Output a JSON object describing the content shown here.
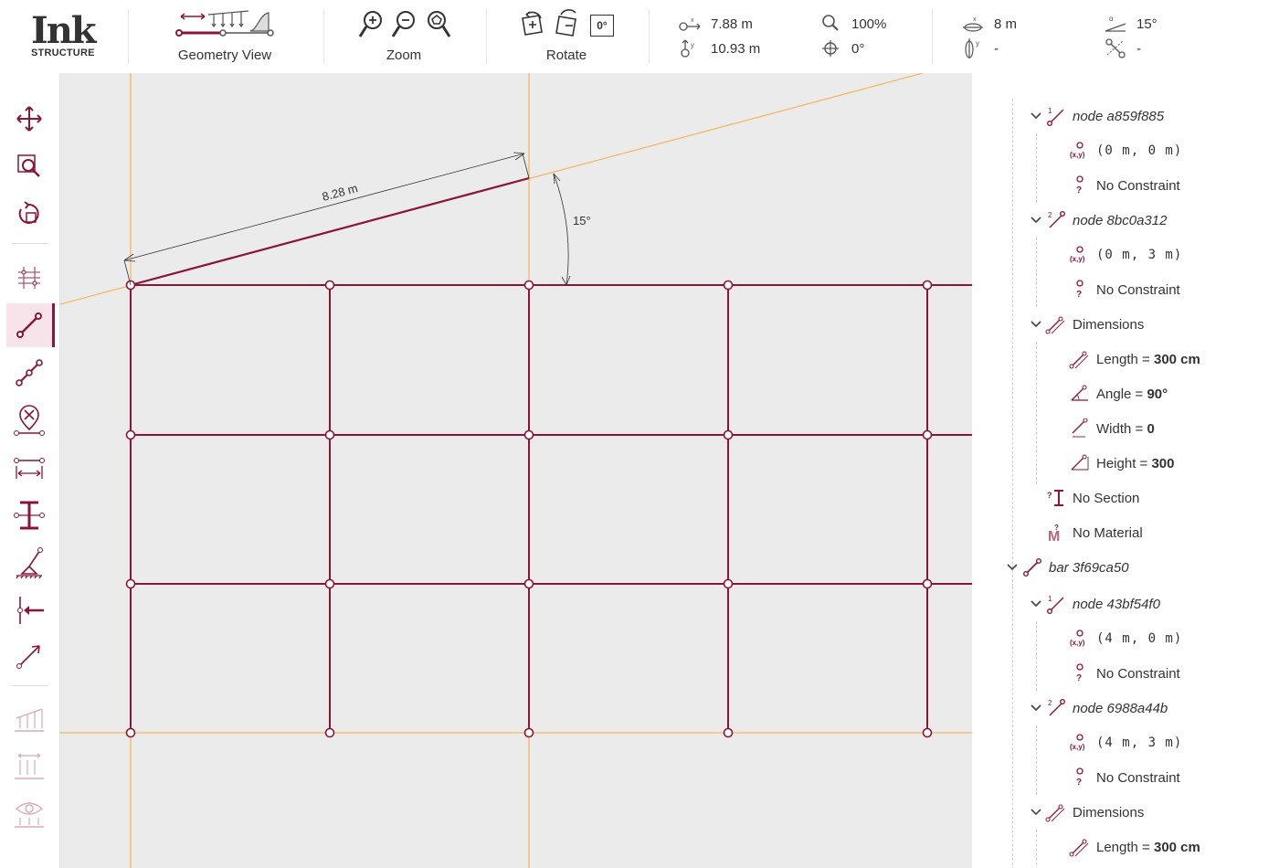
{
  "app": {
    "logo_main": "Ink",
    "logo_sub": "STRUCTURE"
  },
  "toolbar": {
    "geometry_view_label": "Geometry View",
    "zoom_label": "Zoom",
    "rotate_label": "Rotate",
    "rotate_zero": "0°",
    "cursor_x": "7.88 m",
    "cursor_y": "10.93 m",
    "zoom_level": "100%",
    "rotation": "0°",
    "grid_x": "8 m",
    "grid_y": "-",
    "snap_angle": "15°",
    "snap_other": "-"
  },
  "canvas": {
    "dimension_length": "8.28 m",
    "dimension_angle": "15°"
  },
  "tree": {
    "n1_name": "node a859f885",
    "n1_coord": "(0 m, 0 m)",
    "n1_constraint": "No Constraint",
    "n2_name": "node 8bc0a312",
    "n2_coord": "(0 m, 3 m)",
    "n2_constraint": "No Constraint",
    "dims1_label": "Dimensions",
    "length_label": "Length = ",
    "length_value": "300 cm",
    "angle_label": "Angle = ",
    "angle_value": "90°",
    "width_label": "Width = ",
    "width_value": "0",
    "height_label": "Height = ",
    "height_value": "300",
    "section": "No Section",
    "material": "No Material",
    "bar2_name": "bar 3f69ca50",
    "n3_name": "node 43bf54f0",
    "n3_coord": "(4 m, 0 m)",
    "n3_constraint": "No Constraint",
    "n4_name": "node 6988a44b",
    "n4_coord": "(4 m, 3 m)",
    "n4_constraint": "No Constraint",
    "dims2_label": "Dimensions",
    "length2_label": "Length = ",
    "length2_value": "300 cm",
    "idx1": "1",
    "idx2": "2"
  },
  "colors": {
    "accent": "#8a1538",
    "guide": "#f5b860",
    "canvas_bg": "#ebebeb"
  }
}
